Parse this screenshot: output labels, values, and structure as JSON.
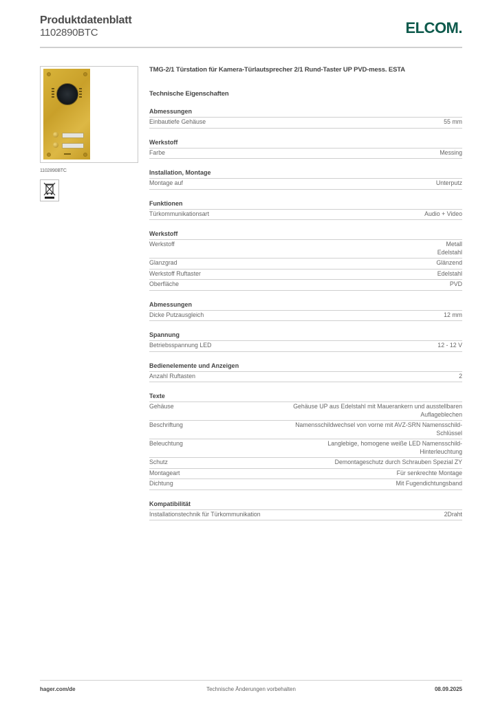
{
  "header": {
    "title": "Produktdatenblatt",
    "sku": "1102890BTC",
    "logo": "ELCOM."
  },
  "colors": {
    "brand": "#0e5a4c",
    "rule": "#cfcfcf",
    "plate": "#d4ae36"
  },
  "left": {
    "image_caption": "1102890BTC",
    "product_image_icon": "door-station-image",
    "weee_icon": "crossed-out-bin-icon"
  },
  "product": {
    "name": "TMG-2/1 Türstation für Kamera-Türlautsprecher 2/1 Rund-Taster UP PVD-mess. ESTA",
    "section_title": "Technische Eigenschaften"
  },
  "groups": [
    {
      "title": "Abmessungen",
      "rows": [
        {
          "key": "Einbautiefe Gehäuse",
          "value": "55 mm"
        }
      ]
    },
    {
      "title": "Werkstoff",
      "rows": [
        {
          "key": "Farbe",
          "value": "Messing"
        }
      ]
    },
    {
      "title": "Installation, Montage",
      "rows": [
        {
          "key": "Montage auf",
          "value": "Unterputz"
        }
      ]
    },
    {
      "title": "Funktionen",
      "rows": [
        {
          "key": "Türkommunikationsart",
          "value": "Audio + Video"
        }
      ]
    },
    {
      "title": "Werkstoff",
      "rows": [
        {
          "key": "Werkstoff",
          "value": "Metall\nEdelstahl"
        },
        {
          "key": "Glanzgrad",
          "value": "Glänzend"
        },
        {
          "key": "Werkstoff Ruftaster",
          "value": "Edelstahl"
        },
        {
          "key": "Oberfläche",
          "value": "PVD"
        }
      ]
    },
    {
      "title": "Abmessungen",
      "rows": [
        {
          "key": "Dicke Putzausgleich",
          "value": "12 mm"
        }
      ]
    },
    {
      "title": "Spannung",
      "rows": [
        {
          "key": "Betriebsspannung LED",
          "value": "12 - 12 V"
        }
      ]
    },
    {
      "title": "Bedienelemente und Anzeigen",
      "rows": [
        {
          "key": "Anzahl Ruftasten",
          "value": "2"
        }
      ]
    },
    {
      "title": "Texte",
      "rows": [
        {
          "key": "Gehäuse",
          "value": "Gehäuse UP aus Edelstahl mit Maueranker­n und ausstellbaren\nAuflageblechen"
        },
        {
          "key": "Beschriftung",
          "value": "Namensschildwechsel von vorne mit AVZ-SRN Namensschild-\nSchlüssel"
        },
        {
          "key": "Beleuchtung",
          "value": "Langlebige, homogene weiße LED Namensschild-\nHinterleuchtung"
        },
        {
          "key": "Schutz",
          "value": "Demontageschutz durch Schrauben Spezial ZY"
        },
        {
          "key": "Montageart",
          "value": "Für senkrechte Montage"
        },
        {
          "key": "Dichtung",
          "value": "Mit Fugendichtungsband"
        }
      ]
    },
    {
      "title": "Kompatibilität",
      "rows": [
        {
          "key": "Installationstechnik für Türkommunikation",
          "value": "2Draht"
        }
      ]
    }
  ],
  "footer": {
    "left": "hager.com/de",
    "center": "Technische Änderungen vorbehalten",
    "right": "08.09.2025"
  }
}
